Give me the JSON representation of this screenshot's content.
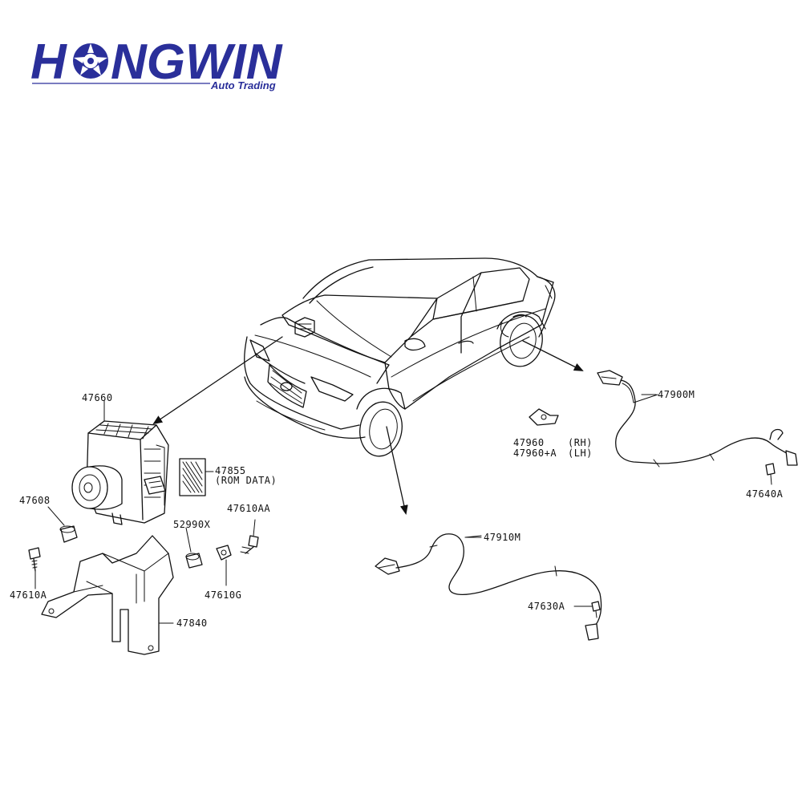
{
  "logo": {
    "name_part1": "H",
    "name_part2": "NGWIN",
    "tagline": "Auto Trading",
    "brand_color": "#2a2f9a",
    "accent_color": "#2a2f9a"
  },
  "parts": {
    "p47660": "47660",
    "p47855": "47855",
    "p47855_note": "(ROM DATA)",
    "p47608": "47608",
    "p47610AA": "47610AA",
    "p52990X": "52990X",
    "p47610A": "47610A",
    "p47610G": "47610G",
    "p47840": "47840",
    "p47960": "47960",
    "p47960_rh": "(RH)",
    "p47960A": "47960+A",
    "p47960A_lh": "(LH)",
    "p47900M": "47900M",
    "p47640A": "47640A",
    "p47910M": "47910M",
    "p47630A": "47630A"
  },
  "icons": {
    "wheel": "wheel-icon",
    "car": "car-icon"
  }
}
